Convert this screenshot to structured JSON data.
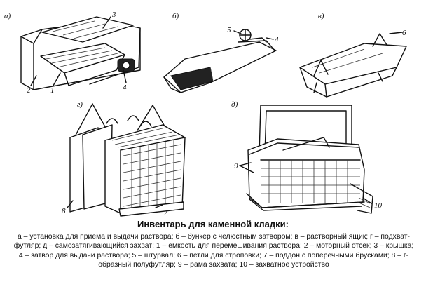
{
  "panels": {
    "a": "а)",
    "b": "б)",
    "v": "в)",
    "g": "г)",
    "d": "д)"
  },
  "callouts": {
    "n1": "1",
    "n2": "2",
    "n3": "3",
    "n4": "4",
    "n5": "5",
    "n4b": "4",
    "n6": "6",
    "n7": "7",
    "n8": "8",
    "n9": "9",
    "n10": "10"
  },
  "caption": {
    "title": "Инвентарь для каменной кладки:",
    "body": "а – установка для приема и выдачи раствора; б – бункер с челюстным затвором; в – растворный ящик; г – подхват-футляр; д – самозатягивающийся захват; 1 – емкость для перемешивания раствора; 2 – моторный отсек; 3 – крышка; 4 – затвор для выдачи раствора; 5 – штурвал; 6 – петли для строповки; 7 – поддон с поперечными брусками; 8 – г-образный полуфутляр; 9 – рама захвата; 10 – захватное устройство"
  }
}
